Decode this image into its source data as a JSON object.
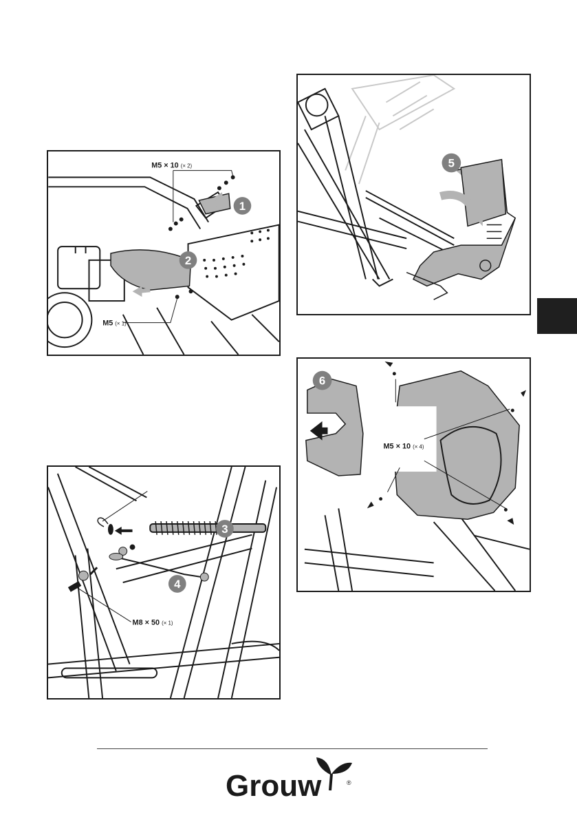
{
  "panels": [
    {
      "id": "panel-1",
      "steps": [
        "1",
        "2"
      ],
      "labels": [
        {
          "text": "M5 × 10",
          "qty": "(× 2)"
        },
        {
          "text": "M5",
          "qty": "(× 1)"
        }
      ]
    },
    {
      "id": "panel-2",
      "steps": [
        "3",
        "4"
      ],
      "labels": [
        {
          "text": "M8 × 50",
          "qty": "(× 1)"
        }
      ]
    },
    {
      "id": "panel-3",
      "steps": [
        "5"
      ],
      "labels": []
    },
    {
      "id": "panel-4",
      "steps": [
        "6"
      ],
      "labels": [
        {
          "text": "M5 × 10",
          "qty": "(× 4)"
        }
      ]
    }
  ],
  "brand": {
    "logo_text": "Grouw",
    "registered_mark": "®"
  },
  "colors": {
    "line": "#1a1a1a",
    "part_fill": "#b3b3b3",
    "step_badge": "#808080",
    "tab": "#1f1f1f"
  }
}
